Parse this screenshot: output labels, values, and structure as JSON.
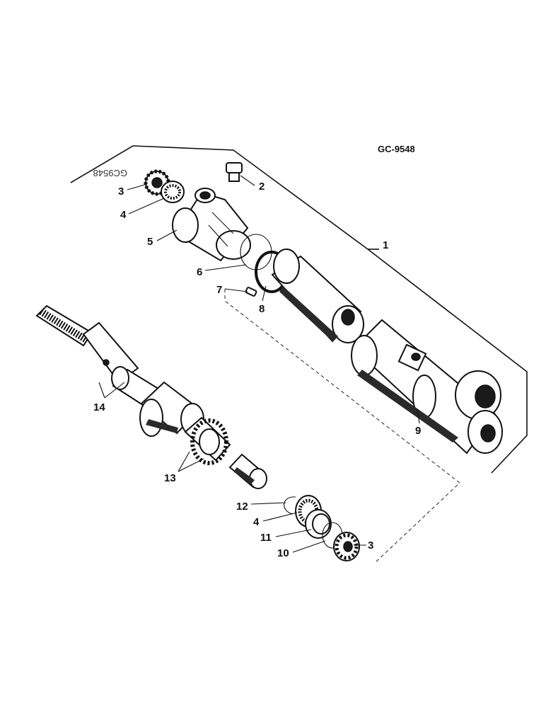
{
  "drawing_code": "GC-9548",
  "stamp_code": "GC9548",
  "callouts": {
    "c1": "1",
    "c2": "2",
    "c3a": "3",
    "c4a": "4",
    "c5": "5",
    "c6": "6",
    "c7": "7",
    "c8": "8",
    "c9": "9",
    "c10": "10",
    "c11": "11",
    "c12": "12",
    "c4b": "4",
    "c3b": "3",
    "c13": "13",
    "c14": "14"
  }
}
